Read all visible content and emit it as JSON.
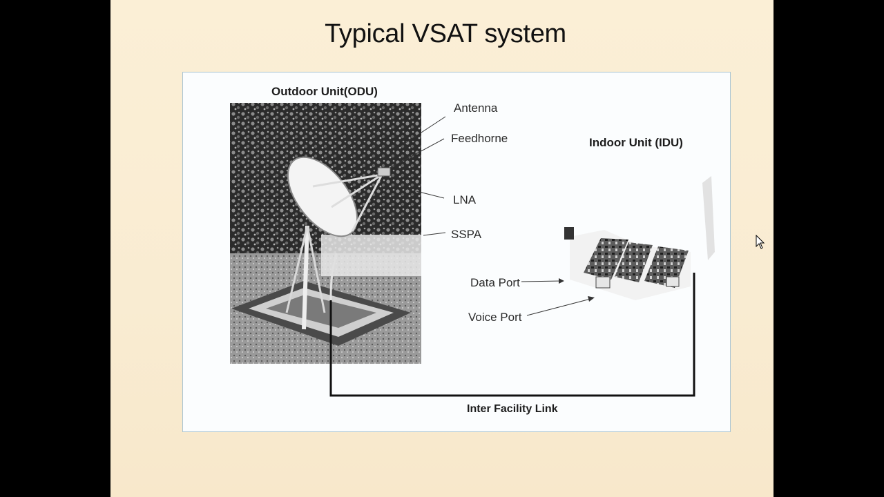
{
  "slide": {
    "title": "Typical VSAT system"
  },
  "diagram": {
    "odu_heading": "Outdoor Unit(ODU)",
    "idu_heading": "Indoor Unit (IDU)",
    "callouts": {
      "antenna": "Antenna",
      "feedhorn": "Feedhorne",
      "lna": "LNA",
      "sspa": "SSPA",
      "data_port": "Data Port",
      "voice_port": "Voice Port"
    },
    "link_label": "Inter Facility Link"
  },
  "icons": {
    "cursor": "mouse-pointer-icon"
  }
}
